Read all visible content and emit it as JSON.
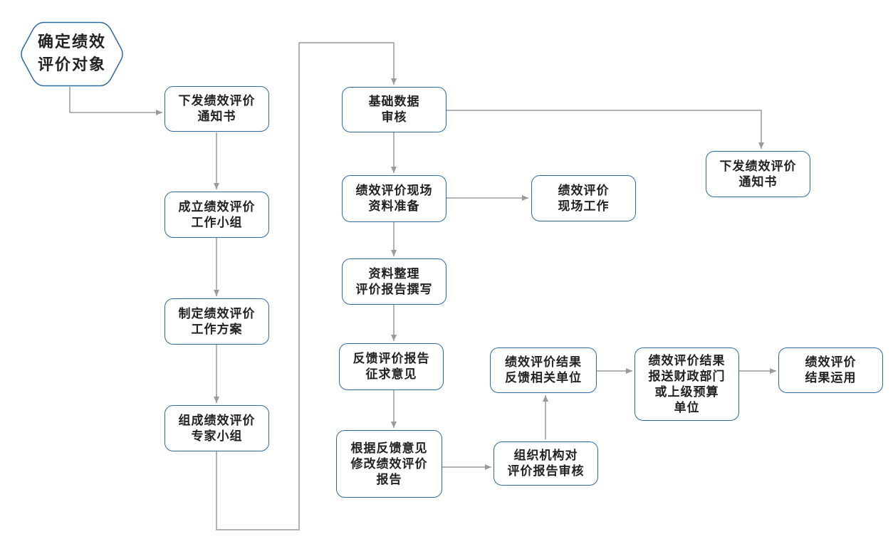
{
  "nodes": {
    "n_start": [
      "确定绩效",
      "评价对象"
    ],
    "n_notice1": [
      "下发绩效评价",
      "通知书"
    ],
    "n_team": [
      "成立绩效评价",
      "工作小组"
    ],
    "n_plan": [
      "制定绩效评价",
      "工作方案"
    ],
    "n_expert": [
      "组成绩效评价",
      "专家小组"
    ],
    "n_audit": [
      "基础数据",
      "审核"
    ],
    "n_prep": [
      "绩效评价现场",
      "资料准备"
    ],
    "n_onsite": [
      "绩效评价",
      "现场工作"
    ],
    "n_write": [
      "资料整理",
      "评价报告撰写"
    ],
    "n_feedback": [
      "反馈评价报告",
      "征求意见"
    ],
    "n_revise": [
      "根据反馈意见",
      "修改绩效评价",
      "报告"
    ],
    "n_review": [
      "组织机构对",
      "评价报告审核"
    ],
    "n_result_fb": [
      "绩效评价结果",
      "反馈相关单位"
    ],
    "n_report": [
      "绩效评价结果",
      "报送财政部门",
      "或上级预算",
      "单位"
    ],
    "n_apply": [
      "绩效评价",
      "结果运用"
    ],
    "n_notice2": [
      "下发绩效评价",
      "通知书"
    ]
  },
  "colors": {
    "node_border": "#2a6aa3",
    "connector": "#9a9a9a"
  }
}
